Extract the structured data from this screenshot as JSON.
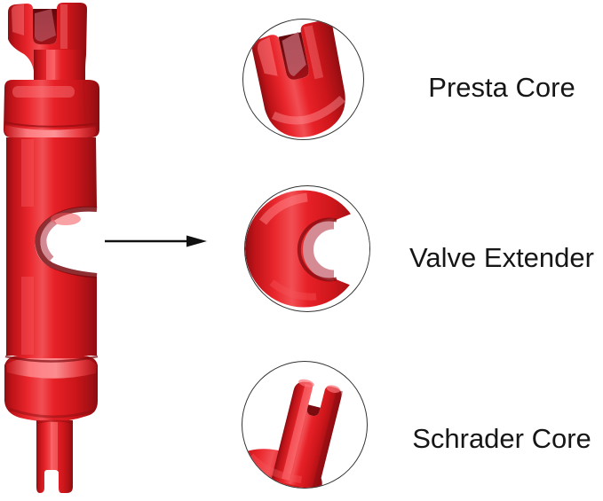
{
  "image": {
    "background": "#ffffff",
    "subject": "red valve core removal tool with magnified end views"
  },
  "colors": {
    "tool_red": "#e22026",
    "tool_red_light": "#f4555a",
    "tool_red_dark": "#9b0f14",
    "tool_red_deep": "#72090d",
    "inner_pink": "#d58b93",
    "arrow": "#111111",
    "label_text": "#161616",
    "circle_border": "#333333"
  },
  "callouts": [
    {
      "label": "Presta Core",
      "icon": "presta-fork-closeup"
    },
    {
      "label": "Valve Extender",
      "icon": "valve-extender-notch-closeup"
    },
    {
      "label": "Schrader Core",
      "icon": "schrader-tip-closeup"
    }
  ],
  "arrow": {
    "direction": "right"
  }
}
